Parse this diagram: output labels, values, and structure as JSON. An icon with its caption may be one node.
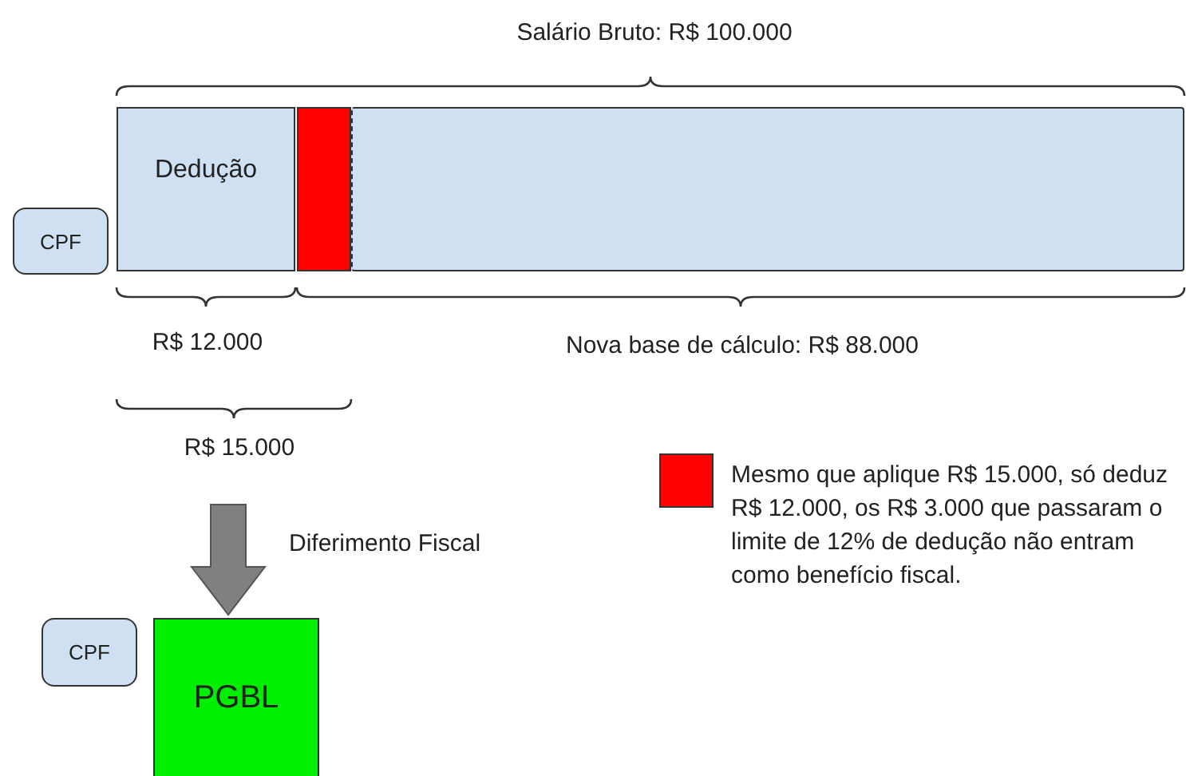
{
  "diagram": {
    "nodes": [
      {
        "text": [
          "CPF"
        ]
      },
      {
        "text": [
          "Dedução"
        ]
      },
      {
        "text": [],
        "shape": "bar"
      },
      {
        "text": [],
        "shape": "box"
      },
      {
        "text": [
          "PGBL"
        ]
      },
      {
        "text": [
          "CPF"
        ]
      }
    ],
    "edges": [
      {
        "from": null,
        "to": 4,
        "arrow": "to",
        "label": "Diferimento Fiscal",
        "style": "thick",
        "color": "#808080"
      }
    ],
    "labels": [
      "Salário Bruto: R$ 100.000",
      "R$ 12.000",
      "Nova base de cálculo: R$ 88.000",
      "R$ 15.000"
    ],
    "legend": [
      {
        "text": "Mesmo que aplique R$ 15.000, só deduz R$ 12.000, os R$ 3.000 que passaram o limite de 12% de dedução não entram como benefício fiscal.",
        "color": "#ff0000"
      }
    ]
  }
}
